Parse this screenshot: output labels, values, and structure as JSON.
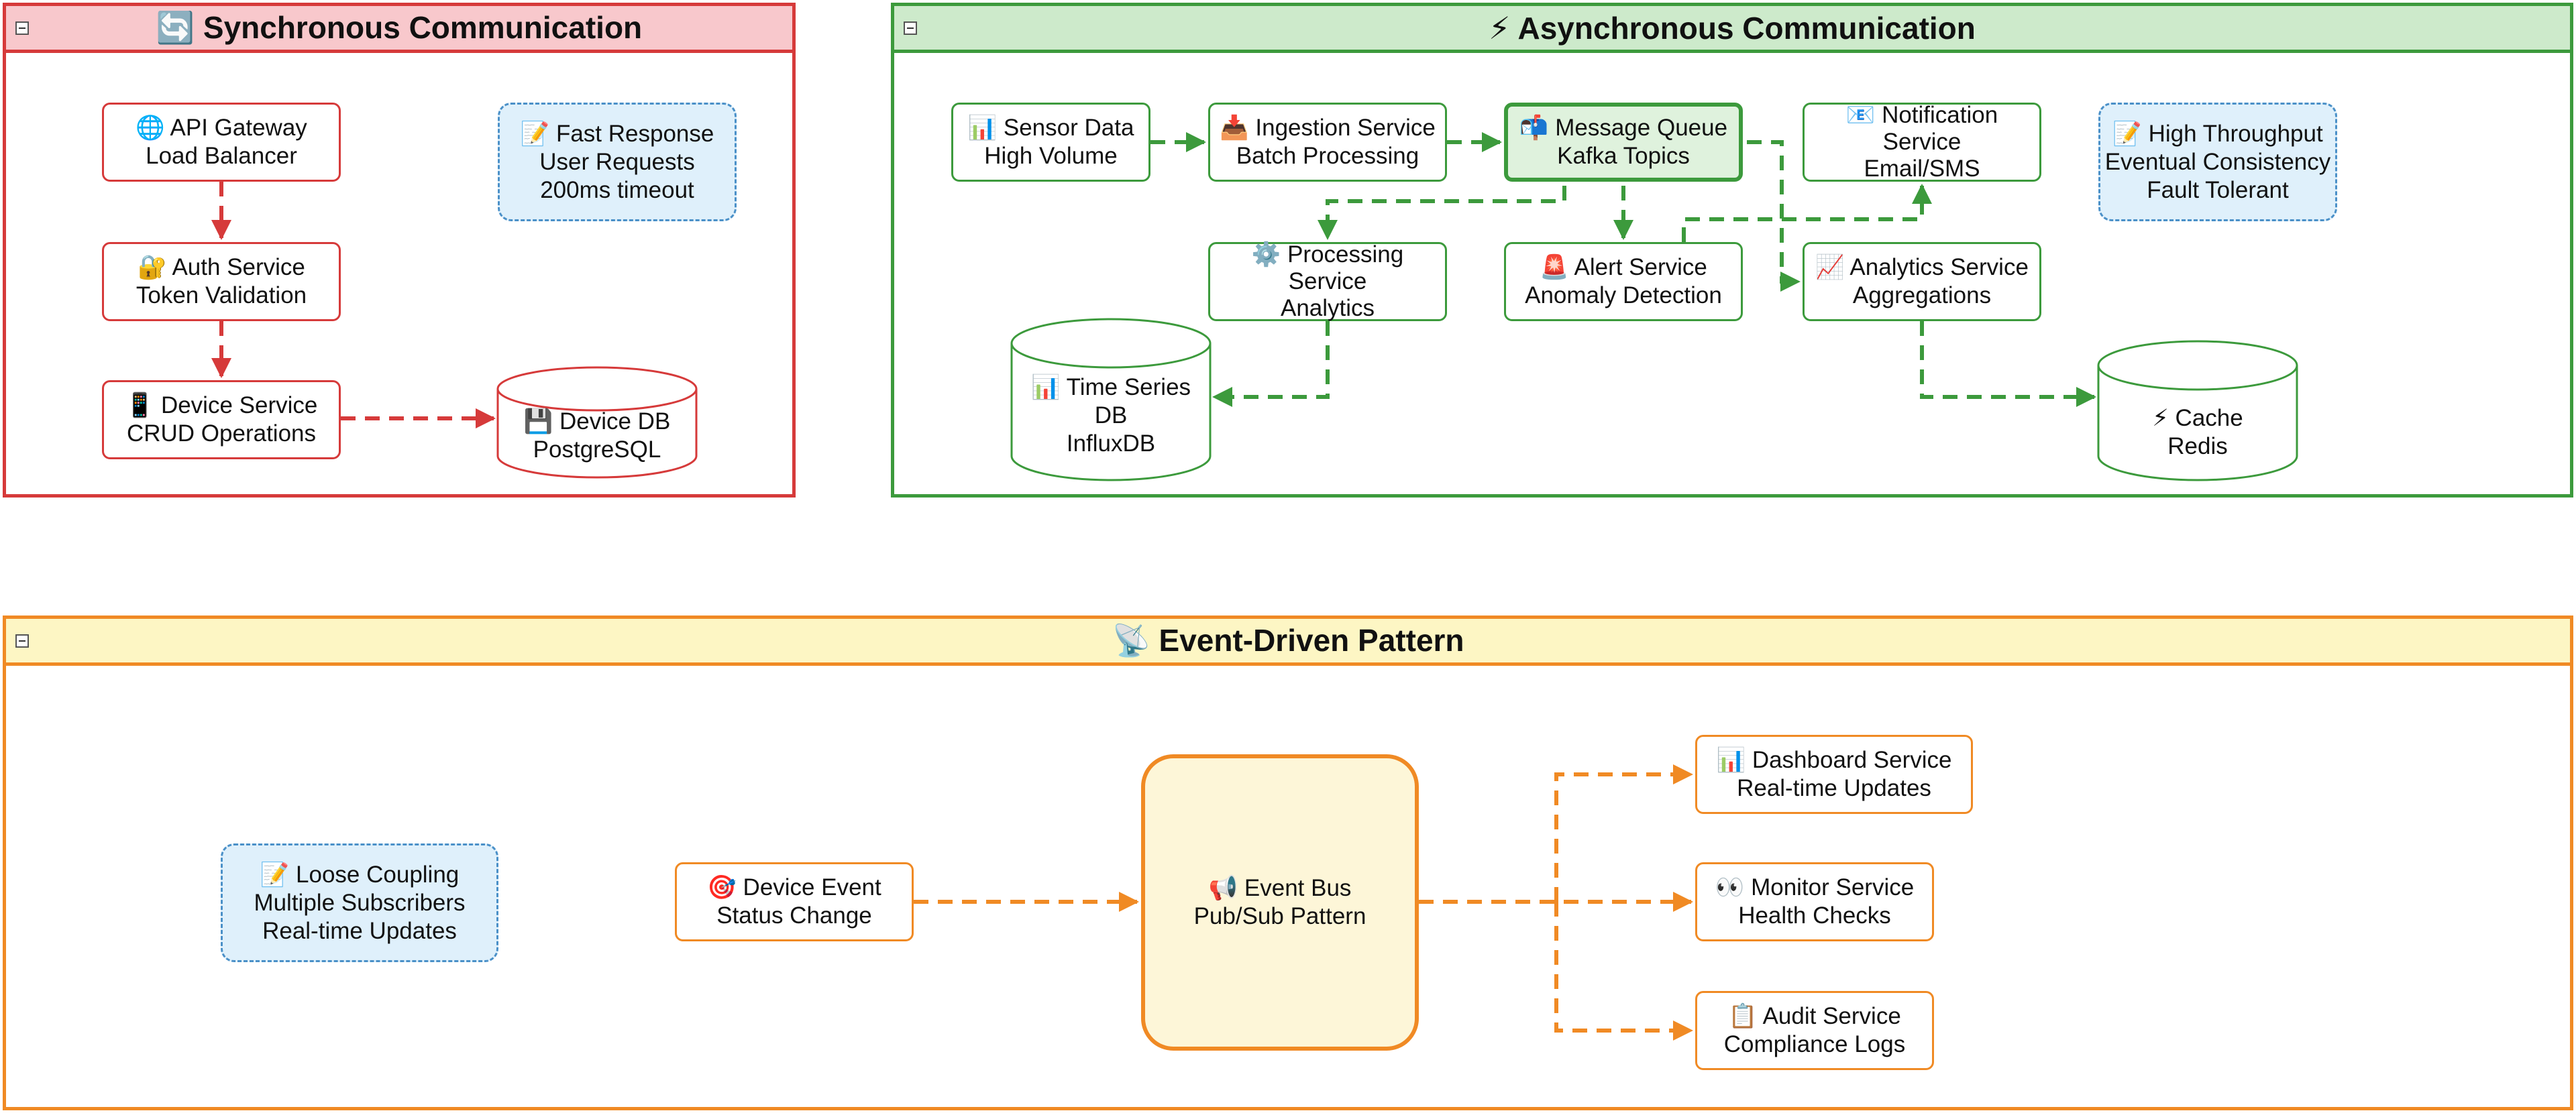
{
  "sync": {
    "title": "🔄 Synchronous Communication",
    "api_gateway": [
      "🌐 API Gateway",
      "Load Balancer"
    ],
    "auth_service": [
      "🔐 Auth Service",
      "Token Validation"
    ],
    "device_service": [
      "📱 Device Service",
      "CRUD Operations"
    ],
    "device_db": [
      "💾 Device DB",
      "PostgreSQL"
    ],
    "note": [
      "📝 Fast Response",
      "User Requests",
      "200ms timeout"
    ]
  },
  "async": {
    "title": "⚡ Asynchronous Communication",
    "sensor_data": [
      "📊 Sensor Data",
      "High Volume"
    ],
    "ingestion_service": [
      "📥 Ingestion Service",
      "Batch Processing"
    ],
    "message_queue": [
      "📬 Message Queue",
      "Kafka Topics"
    ],
    "notification_service": [
      "📧 Notification",
      "Service",
      "Email/SMS"
    ],
    "processing_service": [
      "⚙️ Processing",
      "Service",
      "Analytics"
    ],
    "alert_service": [
      "🚨 Alert Service",
      "Anomaly Detection"
    ],
    "analytics_service": [
      "📈 Analytics Service",
      "Aggregations"
    ],
    "timeseries_db": [
      "📊 Time Series",
      "DB",
      "InfluxDB"
    ],
    "cache": [
      "⚡ Cache",
      "Redis"
    ],
    "note": [
      "📝 High Throughput",
      "Eventual Consistency",
      "Fault Tolerant"
    ]
  },
  "event": {
    "title": "📡 Event-Driven Pattern",
    "device_event": [
      "🎯 Device Event",
      "Status Change"
    ],
    "event_bus": [
      "📢 Event Bus",
      "Pub/Sub Pattern"
    ],
    "dashboard_service": [
      "📊 Dashboard Service",
      "Real-time Updates"
    ],
    "monitor_service": [
      "👀 Monitor Service",
      "Health Checks"
    ],
    "audit_service": [
      "📋 Audit Service",
      "Compliance Logs"
    ],
    "note": [
      "📝 Loose Coupling",
      "Multiple Subscribers",
      "Real-time Updates"
    ]
  },
  "colors": {
    "sync": "#d63a3a",
    "sync_header": "#f8c8cc",
    "async": "#3c9a3c",
    "async_header": "#cdeacb",
    "event": "#f08a24",
    "event_header": "#fdf6c4",
    "note_fill": "#dff0fb",
    "note_border": "#4a90c8"
  }
}
